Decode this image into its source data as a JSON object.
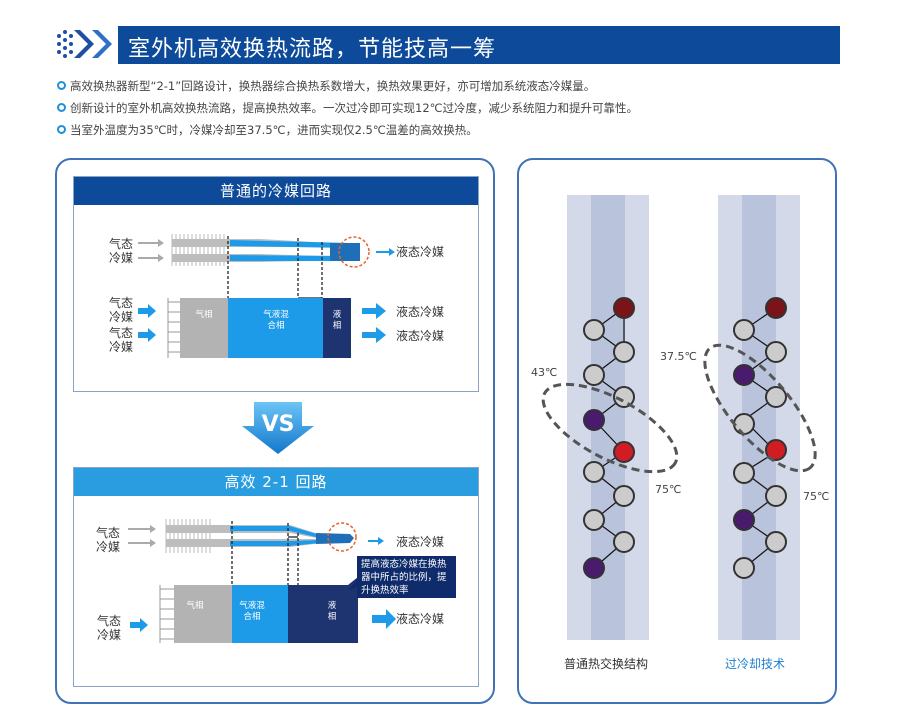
{
  "header": {
    "title": "室外机高效换热流路，节能技高一筹"
  },
  "bullets": [
    "高效换热器新型“2-1”回路设计，换热器综合换热系数增大，换热效果更好，亦可增加系统液态冷媒量。",
    "创新设计的室外机高效换热流路，提高换热效率。一次过冷即可实现12℃过冷度，减少系统阻力和提升可靠性。",
    "当室外温度为35℃时，冷媒冷却至37.5℃，进而实现仅2.5℃温差的高效换热。"
  ],
  "normal_circuit": {
    "title": "普通的冷媒回路",
    "gas_refrigerant": "气态冷媒",
    "liquid_out": "液态冷媒",
    "seg_gas": "气相",
    "seg_mix": "气液混合相",
    "seg_liquid": "液相"
  },
  "vs_label": "VS",
  "efficient_circuit": {
    "title": "高效 2-1 回路",
    "gas_refrigerant": "气态冷媒",
    "liquid_out": "液态冷媒",
    "seg_gas": "气相",
    "seg_mix": "气液混合相",
    "seg_liquid": "液相",
    "note": "提高液态冷媒在换热器中所占的比例，提升换热效率"
  },
  "structure_compare": {
    "left_caption": "普通热交换结构",
    "right_caption": "过冷却技术",
    "left_temp_low": "43℃",
    "left_temp_high": "75℃",
    "right_temp_low": "37.5℃",
    "right_temp_high": "75℃"
  },
  "colors": {
    "title_bar": "#0d4a9a",
    "accent_blue": "#1e9be8",
    "dark_navy": "#1d3470",
    "gas_gray": "#b3b3b3",
    "dark_red": "#7b1418",
    "bright_red": "#d01c22",
    "purple": "#4a1a6c",
    "orange_dash": "#e8622a"
  }
}
